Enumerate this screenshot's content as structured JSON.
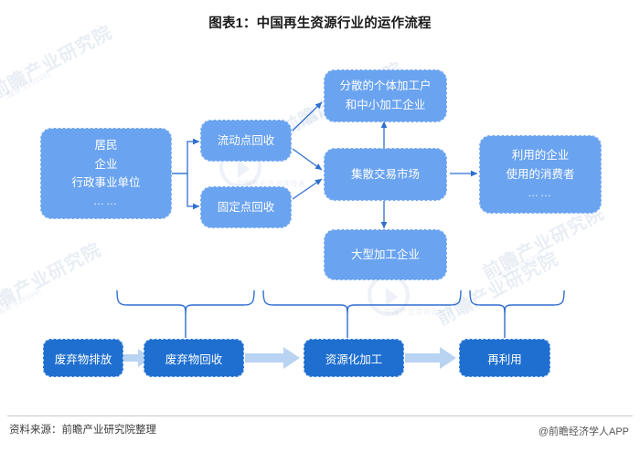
{
  "title": "图表1：中国再生资源行业的运作流程",
  "colors": {
    "node_blue": "#6AA3F0",
    "flow_blue": "#1F6FD0",
    "arrow_light": "#B9D3F2",
    "connector_line": "#2F6FD0",
    "text_white": "#FFFFFF",
    "title_text": "#1A1A1A"
  },
  "diagram": {
    "type": "flowchart",
    "nodes": [
      {
        "id": "sources",
        "label_lines": [
          "居民",
          "企业",
          "行政事业单位",
          "……"
        ]
      },
      {
        "id": "mobile",
        "label_lines": [
          "流动点回收"
        ]
      },
      {
        "id": "fixed",
        "label_lines": [
          "固定点回收"
        ]
      },
      {
        "id": "small_proc",
        "label_lines": [
          "分散的个体加工户",
          "和中小加工企业"
        ]
      },
      {
        "id": "market",
        "label_lines": [
          "集散交易市场"
        ]
      },
      {
        "id": "large_proc",
        "label_lines": [
          "大型加工企业"
        ]
      },
      {
        "id": "users",
        "label_lines": [
          "利用的企业",
          "使用的消费者",
          "……"
        ]
      }
    ],
    "edges": [
      {
        "from": "sources",
        "to": "mobile"
      },
      {
        "from": "sources",
        "to": "fixed"
      },
      {
        "from": "mobile",
        "to": "small_proc"
      },
      {
        "from": "mobile",
        "to": "market"
      },
      {
        "from": "fixed",
        "to": "market"
      },
      {
        "from": "market",
        "to": "small_proc"
      },
      {
        "from": "market",
        "to": "large_proc"
      },
      {
        "from": "market",
        "to": "users"
      }
    ]
  },
  "flow": {
    "steps": [
      {
        "id": "step1",
        "label": "废弃物排放"
      },
      {
        "id": "step2",
        "label": "废弃物回收"
      },
      {
        "id": "step3",
        "label": "资源化加工"
      },
      {
        "id": "step4",
        "label": "再利用"
      }
    ],
    "brace_groups": [
      {
        "covers": [
          "sources"
        ],
        "points_to": "step2"
      },
      {
        "covers": [
          "mobile",
          "fixed",
          "market"
        ],
        "points_to": "step3"
      },
      {
        "covers": [
          "small_proc",
          "large_proc"
        ],
        "points_to": "step4"
      }
    ]
  },
  "watermarks": {
    "brand_cn": "前瞻产业研究院",
    "brand_sub": "中国产业咨询领导者",
    "code": "(股票:839599)"
  },
  "footer": {
    "source": "资料来源：前瞻产业研究院整理",
    "handle": "@前瞻经济学人APP"
  }
}
